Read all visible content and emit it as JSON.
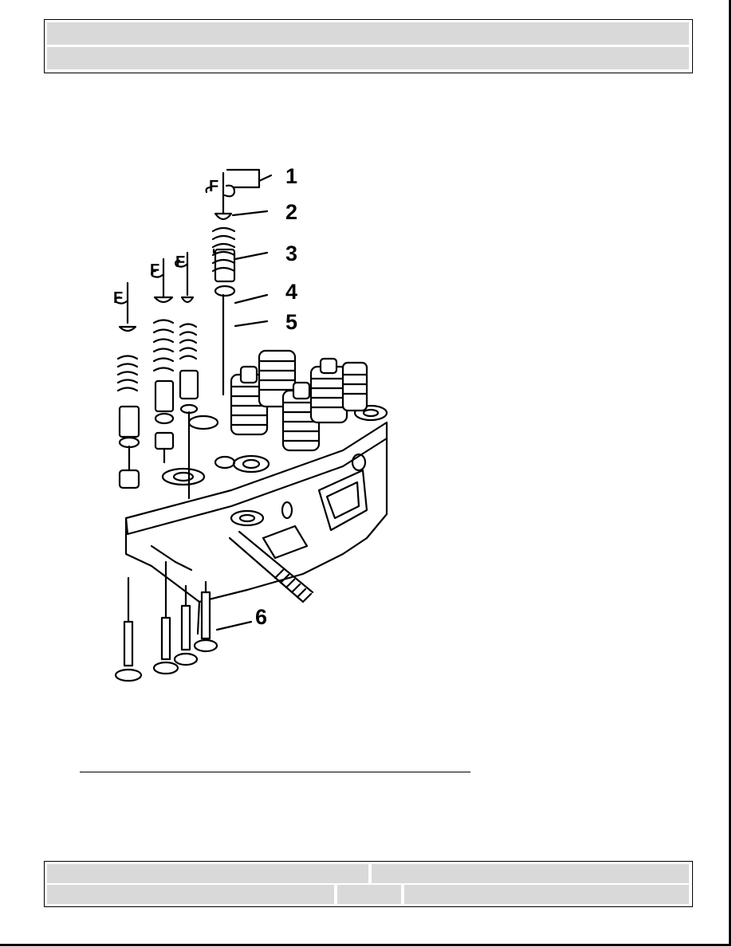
{
  "header": {
    "title": "",
    "subtitle": ""
  },
  "figure": {
    "callouts": [
      "1",
      "2",
      "3",
      "4",
      "5",
      "6"
    ],
    "icon": "valve-assembly-exploded-diagram"
  },
  "footer": {
    "cell_1": "",
    "cell_2": "",
    "cell_3": "",
    "cell_4": "",
    "cell_5": ""
  }
}
